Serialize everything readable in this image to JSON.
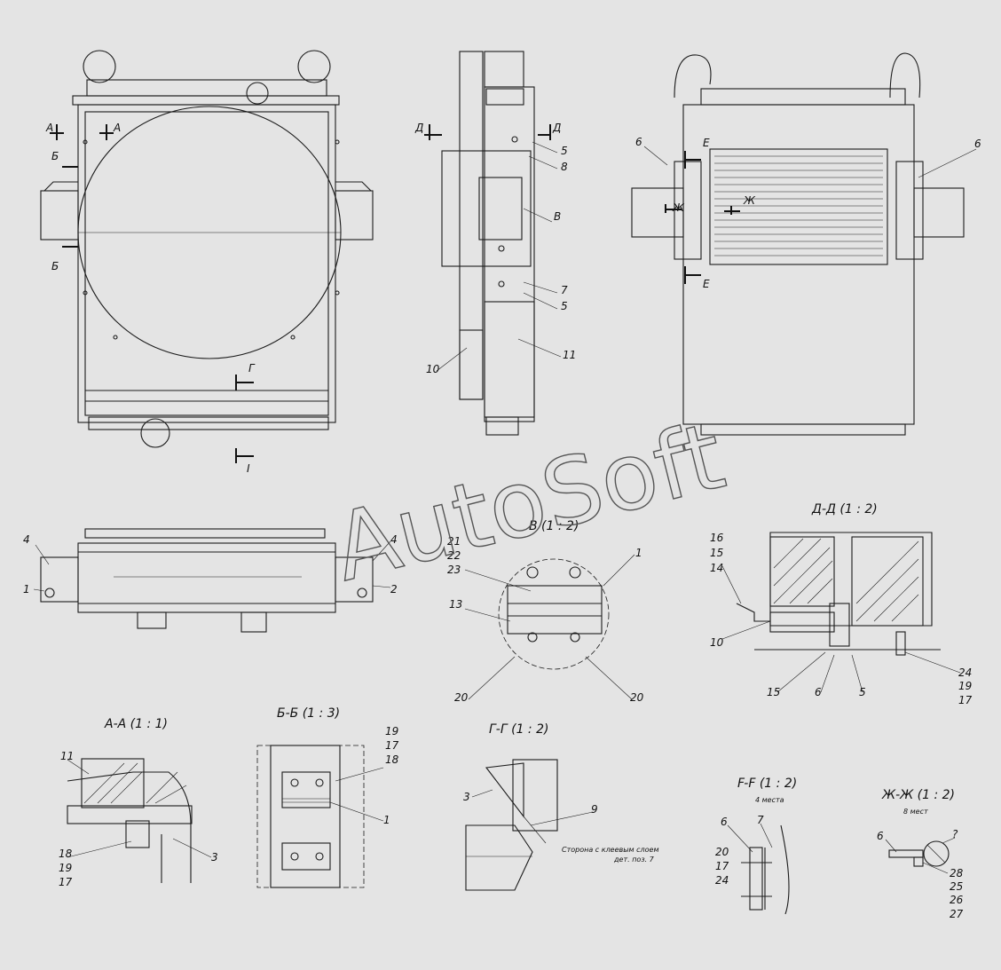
{
  "watermark": "AutoSoft",
  "section_titles": {
    "v": "В (1 : 2)",
    "dd": "Д-Д (1 : 2)",
    "aa": "А-А (1 : 1)",
    "bb": "Б-Б (1 : 3)",
    "gg": "Г-Г (1 : 2)",
    "ff": "F-F (1 : 2)",
    "zhzh": "Ж-Ж (1 : 2)"
  },
  "notes": {
    "ff_places": "4 места",
    "zhzh_places": "8 мест",
    "gg_side_line1": "Сторона с клеевым слоем",
    "gg_side_line2": "дет. поз. 7"
  },
  "cut_marks": {
    "a": "А",
    "b": "Б",
    "g": "Г",
    "i": "I",
    "d": "Д",
    "e": "Е",
    "zh": "Ж"
  },
  "callouts": {
    "n1": "1",
    "n2": "2",
    "n3": "3",
    "n4": "4",
    "n5": "5",
    "n6": "6",
    "n7": "7",
    "n8": "8",
    "n9": "9",
    "n10": "10",
    "n11": "11",
    "n13": "13",
    "n14": "14",
    "n15": "15",
    "n16": "16",
    "n17": "17",
    "n18": "18",
    "n19": "19",
    "n20": "20",
    "n21": "21",
    "n22": "22",
    "n23": "23",
    "n24": "24",
    "n25": "25",
    "n26": "26",
    "n27": "27",
    "n28": "28",
    "q": "?"
  }
}
